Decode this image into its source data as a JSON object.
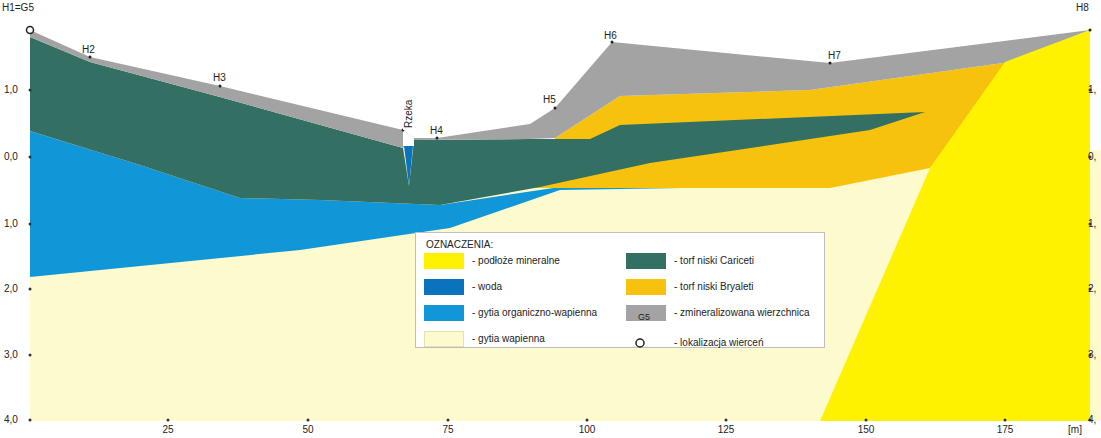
{
  "diagram": {
    "nodes": [
      {
        "text": [
          "OZNACZENIA:"
        ]
      }
    ],
    "labels": [
      "H1=G5",
      "H2",
      "H3",
      "Rzeka",
      "H4",
      "H5",
      "H6",
      "H7",
      "H8",
      "1,0",
      "0,0",
      "1,0",
      "2,0",
      "3,0",
      "4,0",
      "1,",
      "0,",
      "1,",
      "2,",
      "3,",
      "4,",
      "25",
      "50",
      "75",
      "100",
      "125",
      "150",
      "175",
      "[m]",
      "G5"
    ],
    "legend": [
      {
        "text": "- podłoże mineralne",
        "color": "#fff200"
      },
      {
        "text": "- woda",
        "color": "#0a73bd"
      },
      {
        "text": "- gytia organiczno-wapienna",
        "color": "#1196d8"
      },
      {
        "text": "- gytia wapienna",
        "color": "#fdfacd"
      },
      {
        "text": "- torf niski Cariceti",
        "color": "#336f62"
      },
      {
        "text": "- torf niski Bryaleti",
        "color": "#f6c20e"
      },
      {
        "text": "- zmineralizowana wierzchnica",
        "color": "#a3a3a3"
      },
      {
        "text": "- lokalizacja wierceń"
      }
    ]
  }
}
